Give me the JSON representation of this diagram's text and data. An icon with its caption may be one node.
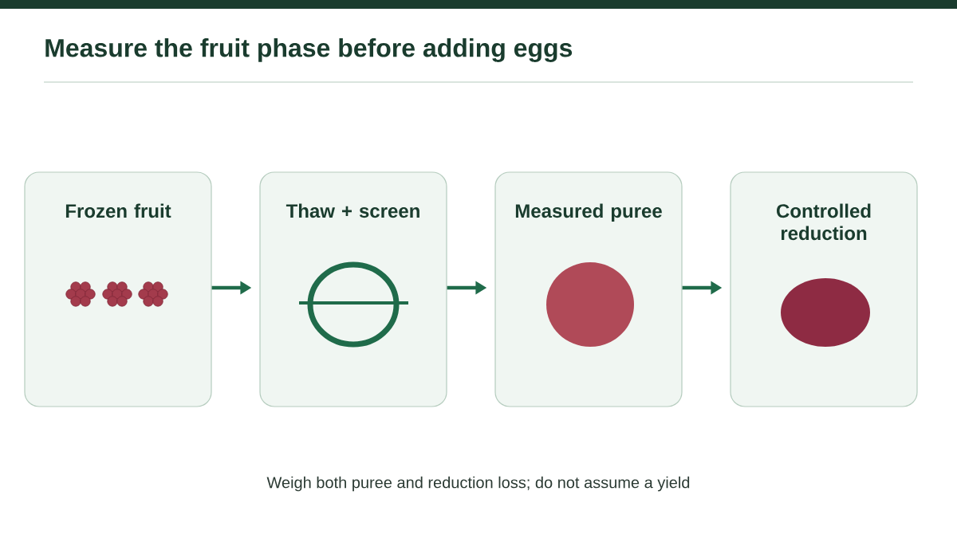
{
  "diagram": {
    "title": "Measure the fruit phase before adding eggs",
    "caption": "Weigh both puree and reduction loss; do not assume a yield",
    "nodes": [
      {
        "text": [
          "Frozen fruit"
        ]
      },
      {
        "text": [
          "Thaw + screen"
        ]
      },
      {
        "text": [
          "Measured puree"
        ]
      },
      {
        "text": [
          "Controlled reduction"
        ]
      }
    ],
    "edges": [
      {
        "from": 0,
        "to": 1,
        "arrow": "to"
      },
      {
        "from": 1,
        "to": 2,
        "arrow": "to"
      },
      {
        "from": 2,
        "to": 3,
        "arrow": "to"
      }
    ]
  }
}
